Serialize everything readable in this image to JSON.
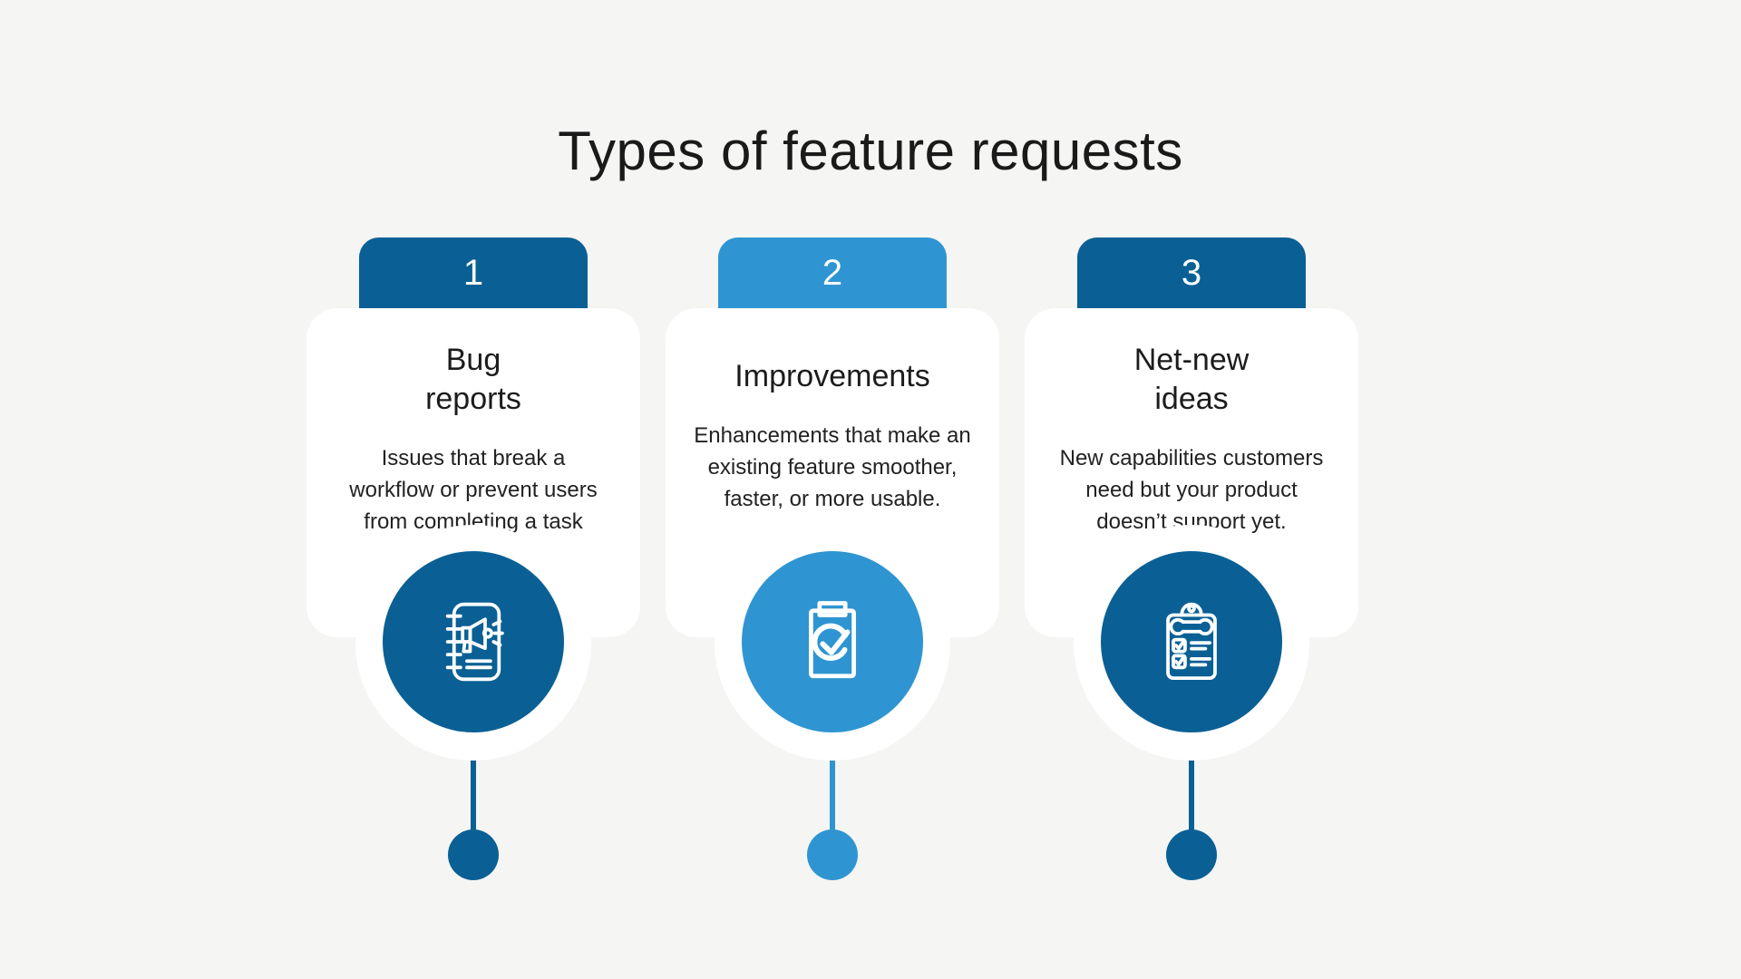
{
  "page": {
    "title": "Types of feature requests",
    "background": "#f5f5f4"
  },
  "colors": {
    "dark_blue": "#0a6094",
    "light_blue": "#2f95d2",
    "card_white": "#ffffff",
    "title_text": "#1a1a1a",
    "body_text": "#222222"
  },
  "cards": [
    {
      "number": "1",
      "accent": "#0a6094",
      "title": "Bug\nreports",
      "description": "Issues that break a\nworkflow or prevent users\nfrom completing a task",
      "icon": "notebook-megaphone-icon"
    },
    {
      "number": "2",
      "accent": "#2f95d2",
      "title": "Improvements",
      "description": "Enhancements that make an\nexisting feature smoother,\nfaster, or more usable.",
      "icon": "clipboard-check-icon"
    },
    {
      "number": "3",
      "accent": "#0a6094",
      "title": "Net-new\nideas",
      "description": "New capabilities customers\nneed but your product\ndoesn’t support yet.",
      "icon": "clipboard-checklist-icon"
    }
  ]
}
